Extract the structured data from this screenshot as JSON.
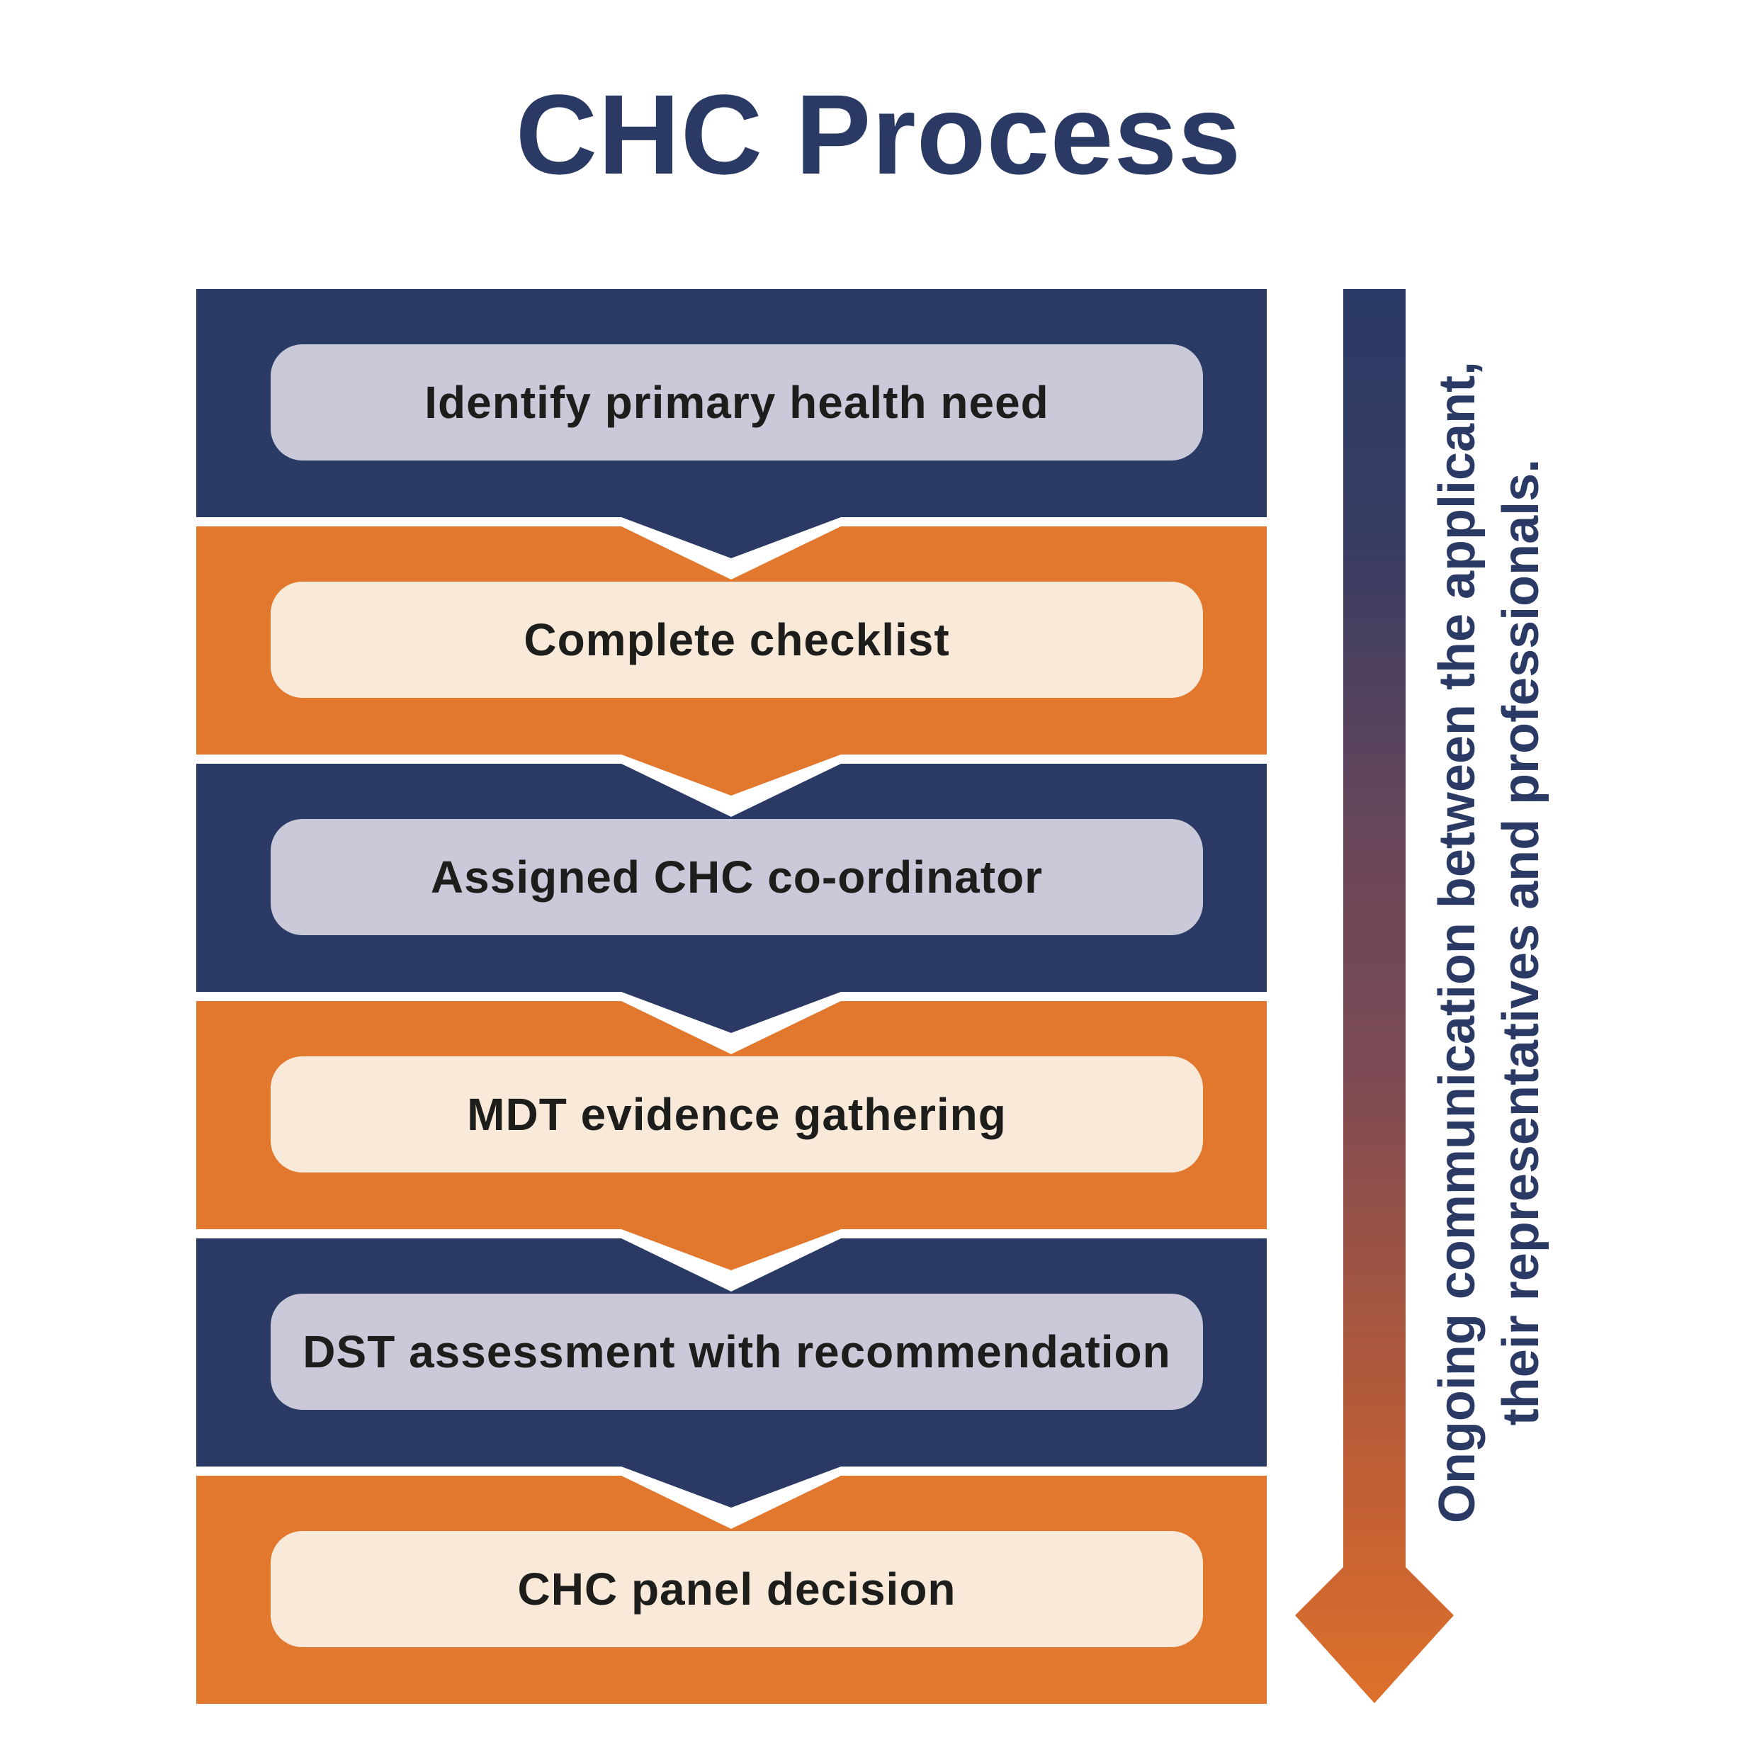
{
  "title": "CHC Process",
  "steps": [
    {
      "label": "Identify primary health need",
      "band_color": "navy",
      "box_color": "lavender"
    },
    {
      "label": "Complete checklist",
      "band_color": "orange",
      "box_color": "cream"
    },
    {
      "label": "Assigned CHC co-ordinator",
      "band_color": "navy",
      "box_color": "lavender"
    },
    {
      "label": "MDT evidence gathering",
      "band_color": "orange",
      "box_color": "cream"
    },
    {
      "label": "DST assessment with recommendation",
      "band_color": "navy",
      "box_color": "lavender"
    },
    {
      "label": "CHC panel decision",
      "band_color": "orange",
      "box_color": "cream"
    }
  ],
  "side_note": {
    "line1": "Ongoing communication between the applicant,",
    "line2": "their representatives and professionals."
  },
  "arrow": {
    "direction": "down",
    "gradient_top": "#2b3a66",
    "gradient_middle": "#7b4a54",
    "gradient_bottom": "#de702c"
  },
  "colors": {
    "navy": "#2b3a64",
    "orange": "#e1782e",
    "lavender": "#cac9da",
    "cream": "#f8e9d8",
    "title_text": "#2b3a64",
    "step_text": "#1d1d1b",
    "background": "#ffffff"
  }
}
